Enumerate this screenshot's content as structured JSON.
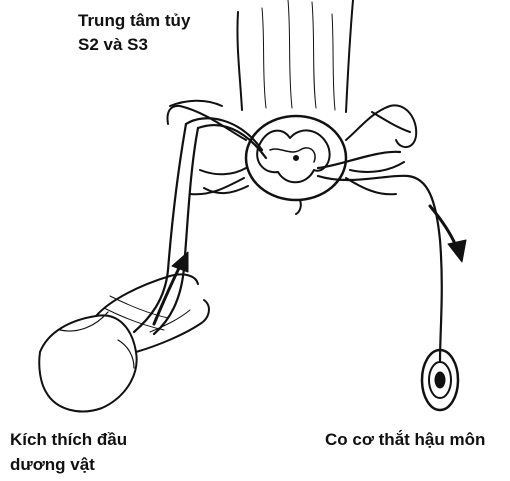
{
  "labels": {
    "spinal_center_line1": "Trung tâm tủy",
    "spinal_center_line2": "S2 và S3",
    "stimulus_line1": "Kích thích đầu",
    "stimulus_line2": "dương vật",
    "response": "Co cơ thắt hậu môn"
  },
  "colors": {
    "ink": "#111111",
    "background": "#ffffff"
  }
}
